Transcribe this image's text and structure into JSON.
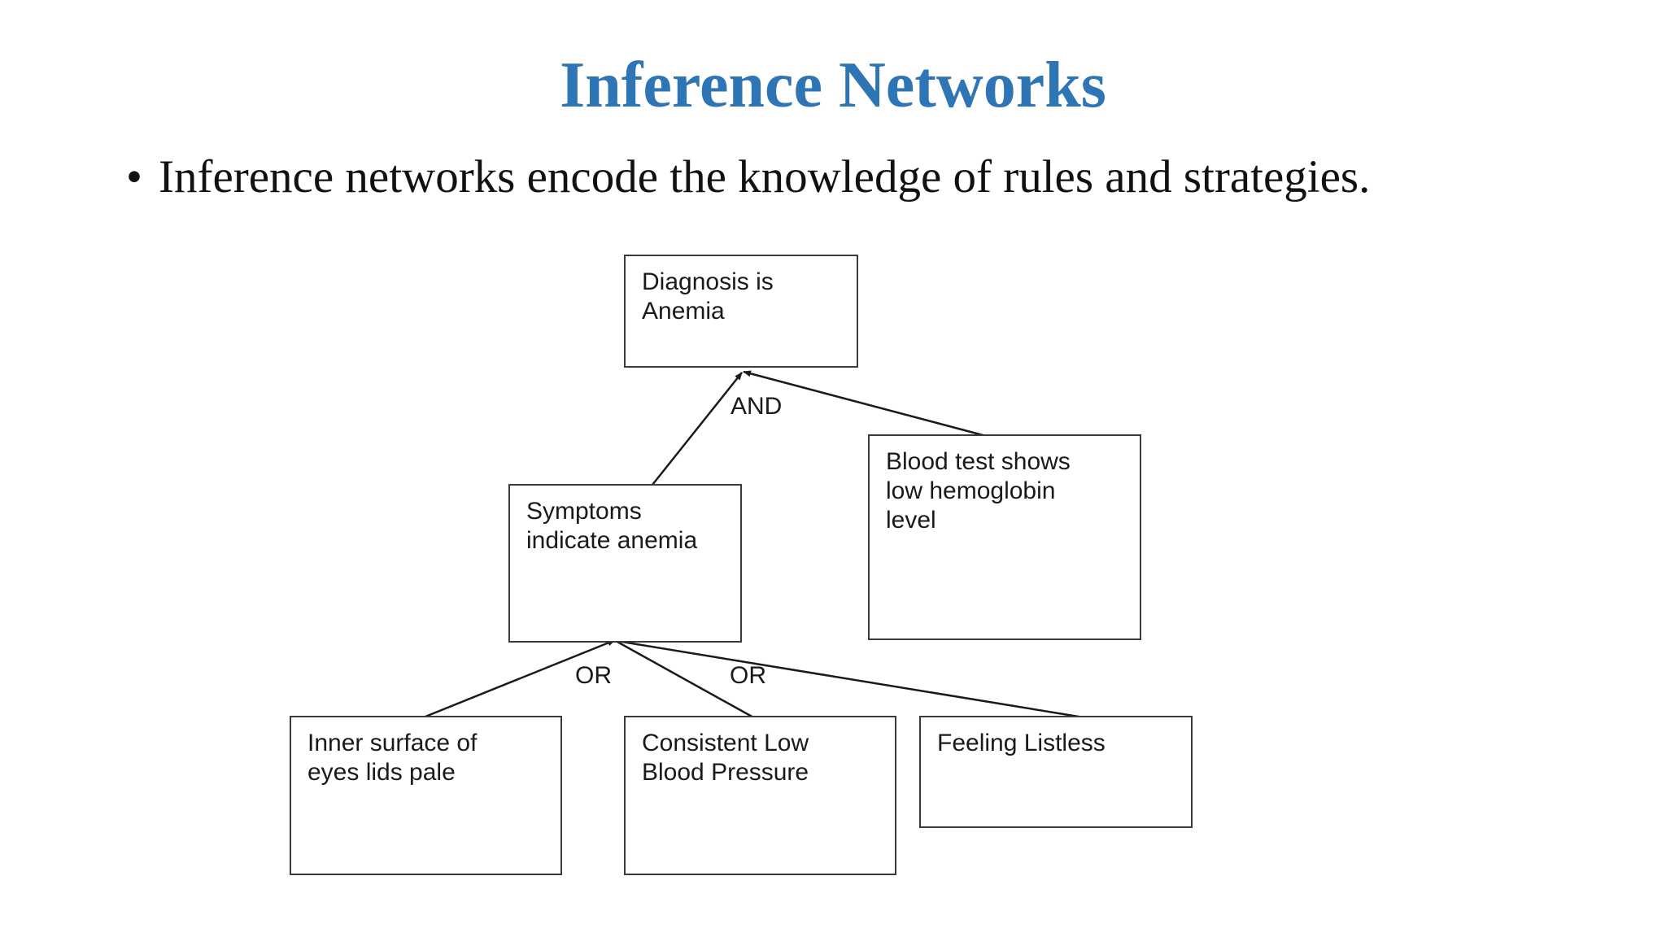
{
  "slide": {
    "title": "Inference Networks",
    "bullet_mark": "•",
    "bullet_text": "Inference networks encode the knowledge of rules and strategies."
  },
  "diagram": {
    "nodes": {
      "diagnosis": "Diagnosis is\nAnemia",
      "symptoms": "Symptoms\nindicate anemia",
      "blood_test": "Blood test shows\nlow hemoglobin\nlevel",
      "eyelids": "Inner surface of\neyes lids pale",
      "blood_pressure": "Consistent Low\nBlood Pressure",
      "listless": "Feeling Listless"
    },
    "labels": {
      "and": "AND",
      "or_left": "OR",
      "or_right": "OR"
    },
    "line_color": "#1a1a1a"
  }
}
